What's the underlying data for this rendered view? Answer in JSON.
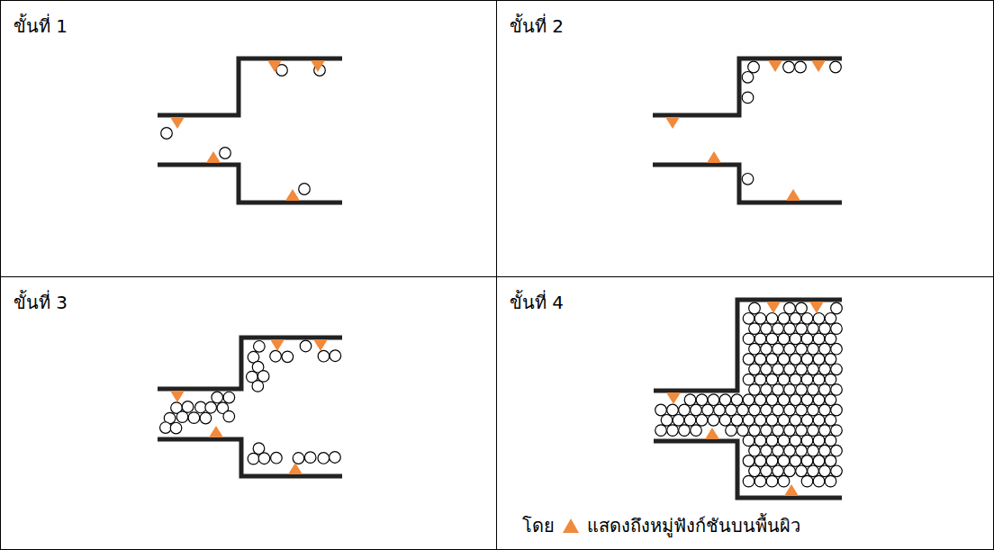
{
  "diagram": {
    "nodes": [
      {
        "text": [
          "ขั้นที่ 1"
        ]
      },
      {
        "text": [
          "ขั้นที่ 2"
        ]
      },
      {
        "text": [
          "ขั้นที่ 3"
        ]
      },
      {
        "text": [
          "ขั้นที่ 4"
        ]
      }
    ],
    "labels": [
      "โดย"
    ],
    "legend": [
      {
        "text": "แสดงถึงหมู่ฟังก์ชันบนพื้นผิว",
        "color": "#f08a3c"
      }
    ]
  }
}
